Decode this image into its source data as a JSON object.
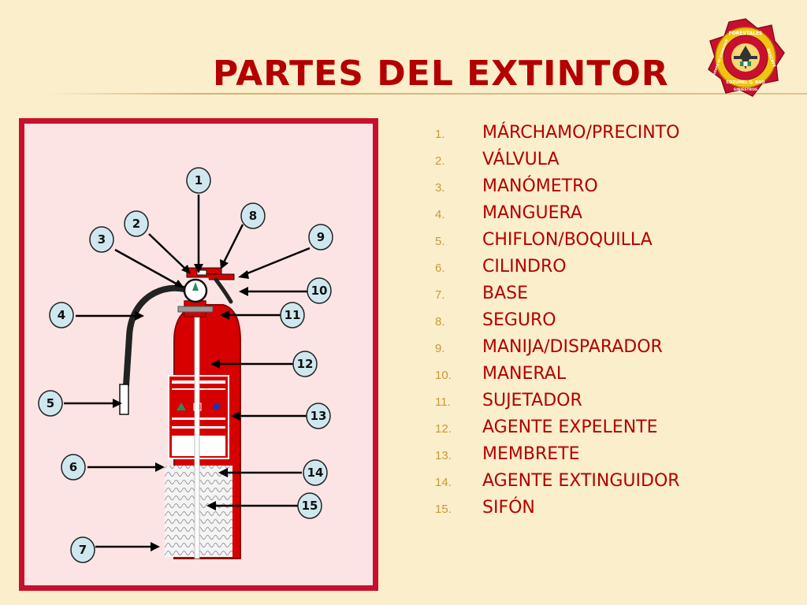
{
  "title": "PARTES DEL EXTINTOR",
  "logo": {
    "text_top": "FORESTALES",
    "text_left": "CUERPO DE BOMBEROS",
    "text_right": "RESCATE",
    "text_bottom": "COZUMEL Q. ROO",
    "text_base": "SINIESTROS"
  },
  "parts": [
    {
      "num": "1.",
      "label": "MÁRCHAMO/PRECINTO"
    },
    {
      "num": "2.",
      "label": "VÁLVULA"
    },
    {
      "num": "3.",
      "label": "MANÓMETRO"
    },
    {
      "num": "4.",
      "label": "MANGUERA"
    },
    {
      "num": "5.",
      "label": "CHIFLON/BOQUILLA"
    },
    {
      "num": "6.",
      "label": "CILINDRO"
    },
    {
      "num": "7.",
      "label": "BASE"
    },
    {
      "num": "8.",
      "label": "SEGURO"
    },
    {
      "num": "9.",
      "label": "MANIJA/DISPARADOR"
    },
    {
      "num": "10.",
      "label": "MANERAL"
    },
    {
      "num": "11.",
      "label": "SUJETADOR"
    },
    {
      "num": "12.",
      "label": "AGENTE EXPELENTE"
    },
    {
      "num": "13.",
      "label": "MEMBRETE"
    },
    {
      "num": "14.",
      "label": "AGENTE EXTINGUIDOR"
    },
    {
      "num": "15.",
      "label": "SIFÓN"
    }
  ],
  "callouts": [
    "1",
    "2",
    "3",
    "4",
    "5",
    "6",
    "7",
    "8",
    "9",
    "10",
    "11",
    "12",
    "13",
    "14",
    "15"
  ],
  "colors": {
    "title": "#b30000",
    "accent": "#c8102e",
    "background": "#fbeecb",
    "number": "#c79a3a"
  }
}
